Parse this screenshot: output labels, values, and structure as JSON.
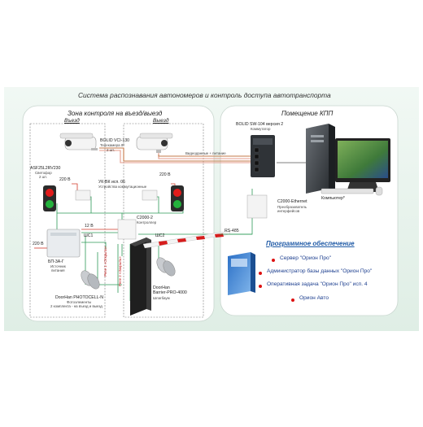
{
  "title": "Система распознавания автономеров и контроль доступа автотранспорта",
  "left_panel": {
    "header": "Зона контроля на въезд/выезд",
    "entry_label": "Въезд",
    "exit_label": "Выезд",
    "camera": {
      "name": "BOLID VCI-130",
      "desc": "Телекамера IP",
      "qty": "2 шт."
    },
    "traffic_light": {
      "name": "ASF25L2RV230",
      "desc": "Светофор",
      "qty": "2 шт."
    },
    "power_220_left": "220 В",
    "power_220_right": "220 В",
    "power_220_psu": "220 В",
    "uk_vk": {
      "name": "УК-ВК исп. 06",
      "desc": "Устройства коммутационные"
    },
    "controller": {
      "name": "С2000-2",
      "desc": "Контроллер"
    },
    "v12": "12 В",
    "shs1": "ШС1",
    "shs2": "ШС2",
    "relay1": "Реле 1 «Открыть»",
    "relay2": "Реле 2 «Закрыть»",
    "psu": {
      "name": "БП-3А-Г",
      "desc1": "Источник",
      "desc2": "питания"
    },
    "photocell": {
      "name": "DoorHan PHOTOCELL-N",
      "desc1": "Фотоэлементы",
      "desc2": "2 комплекта - на въезд и выезд"
    },
    "barrier": {
      "name1": "DoorHan",
      "name2": "Barrier-PRO-4000",
      "desc": "Шлагбаум"
    }
  },
  "right_panel": {
    "header": "Помещение КПП",
    "switch": {
      "name": "BOLID SW-104 версия 2",
      "desc": "Коммутатор"
    },
    "video_power": "Видеоданные + питание",
    "converter": {
      "name": "С2000-Ethernet",
      "desc1": "Преобразователь",
      "desc2": "интерфейсов"
    },
    "computer": "Компьютер*",
    "software_title": "Программное обеспечение",
    "software": [
      "Сервер \"Орион Про\"",
      "Администратор базы данных \"Орион Про\"",
      "Оперативная задача \"Орион Про\" исп. 4",
      "Орион Авто"
    ]
  },
  "rs485": "RS-485",
  "colors": {
    "background": "#e8f3ec",
    "panel": "#ffffff",
    "wire_green": "#2e9a57",
    "wire_video": "#c57a4a",
    "wire_power": "#d23a2a",
    "accent_blue": "#1f5aa6"
  }
}
